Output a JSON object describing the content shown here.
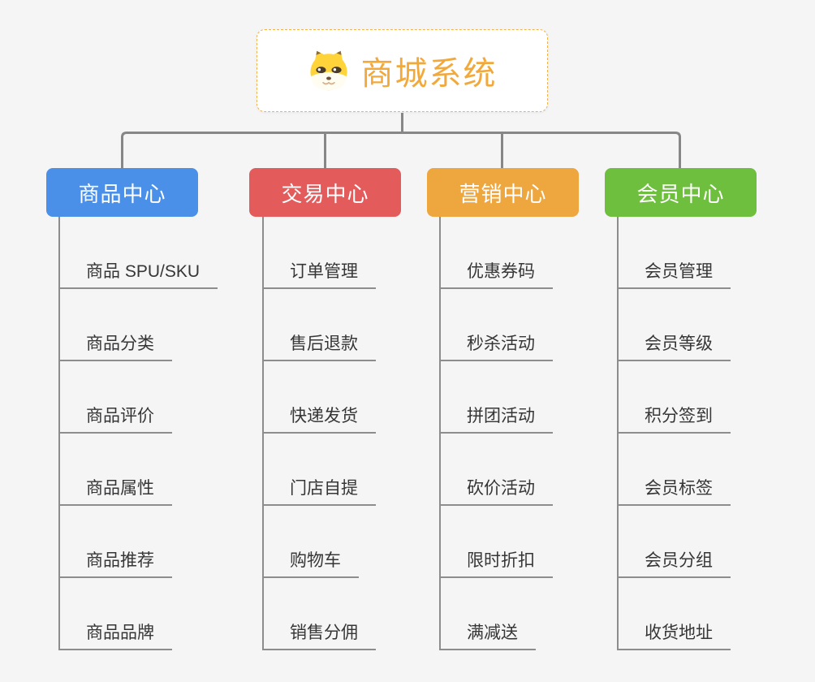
{
  "root": {
    "title": "商城系统",
    "icon": "dog-face-icon"
  },
  "colors": {
    "background": "#f5f5f6",
    "root_accent": "#f2a93b",
    "root_border": "#f0b24a",
    "connector_line": "#878787",
    "leaf_underline": "#8d8d8d",
    "leaf_text": "#363636",
    "branch_text": "#ffffff",
    "product_blue": "#4a90e8",
    "trade_red": "#e45b5b",
    "marketing_amber": "#eea63e",
    "member_green": "#6fbf3f",
    "mascot_yellow": "#ffd43b"
  },
  "branches": [
    {
      "id": "product-center",
      "label": "商品中心",
      "color": "#4a90e8",
      "items": [
        "商品 SPU/SKU",
        "商品分类",
        "商品评价",
        "商品属性",
        "商品推荐",
        "商品品牌"
      ]
    },
    {
      "id": "trade-center",
      "label": "交易中心",
      "color": "#e45b5b",
      "items": [
        "订单管理",
        "售后退款",
        "快递发货",
        "门店自提",
        "购物车",
        "销售分佣"
      ]
    },
    {
      "id": "marketing-center",
      "label": "营销中心",
      "color": "#eea63e",
      "items": [
        "优惠券码",
        "秒杀活动",
        "拼团活动",
        "砍价活动",
        "限时折扣",
        "满减送"
      ]
    },
    {
      "id": "member-center",
      "label": "会员中心",
      "color": "#6fbf3f",
      "items": [
        "会员管理",
        "会员等级",
        "积分签到",
        "会员标签",
        "会员分组",
        "收货地址"
      ]
    }
  ]
}
